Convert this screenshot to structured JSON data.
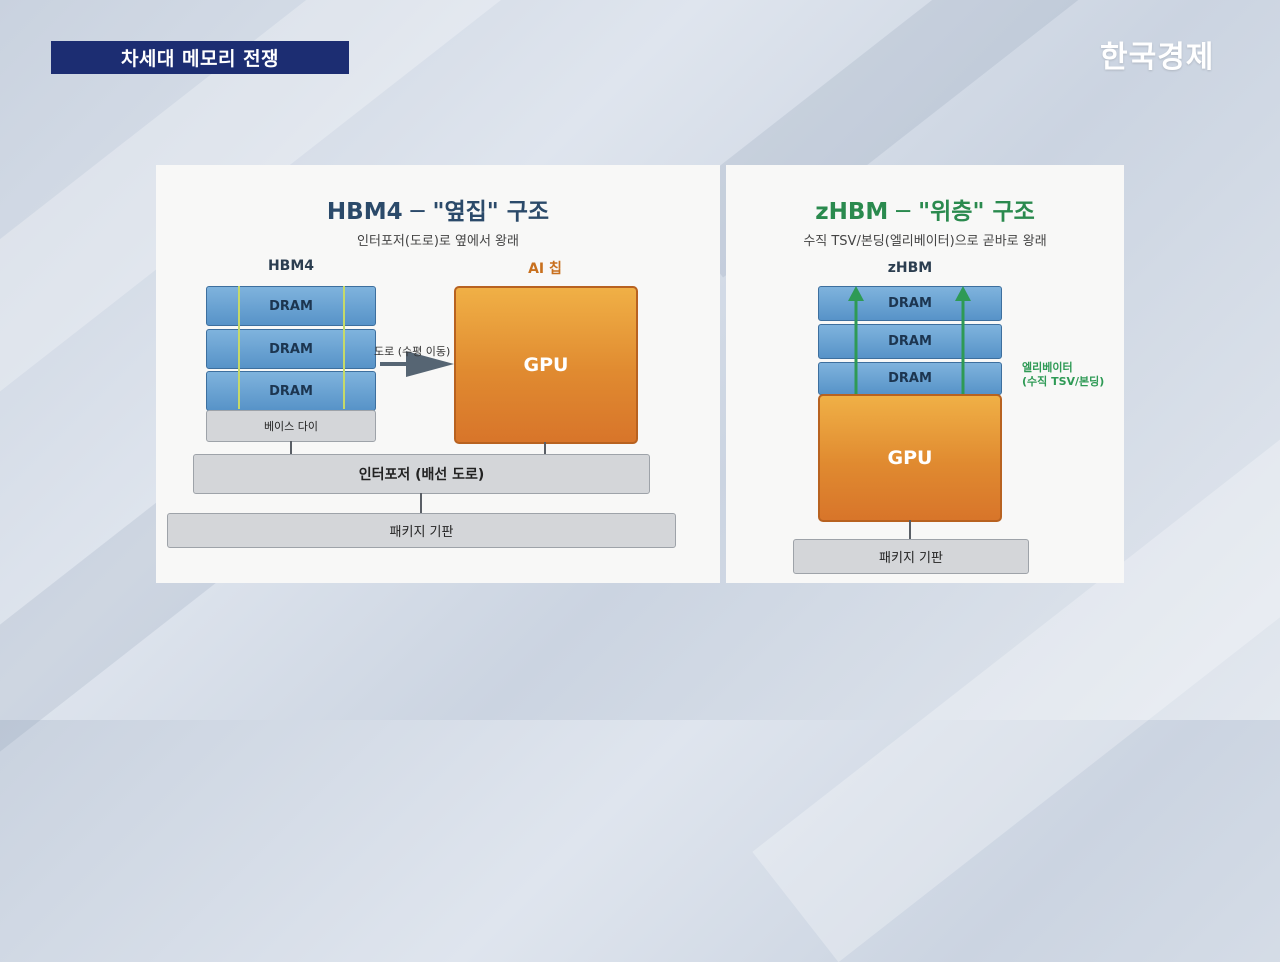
{
  "header": {
    "title": "차세대 메모리 전쟁",
    "brand": "한국경제"
  },
  "left": {
    "title": "HBM4 ─ \"옆집\" 구조",
    "subtitle": "인터포저(도로)로 옆에서 왕래",
    "hbm_label": "HBM4",
    "chip_label": "AI 칩",
    "dram_layers": [
      "DRAM",
      "DRAM",
      "DRAM"
    ],
    "base_die": "베이스 다이",
    "gpu": "GPU",
    "arrow_label": "도로 (수평 이동)",
    "interposer": "인터포저 (배선 도로)",
    "substrate": "패키지 기판"
  },
  "right": {
    "title": "zHBM ─ \"위층\" 구조",
    "subtitle": "수직 TSV/본딩(엘리베이터)으로 곧바로 왕래",
    "stack_label": "zHBM",
    "dram_layers": [
      "DRAM",
      "DRAM",
      "DRAM"
    ],
    "elevator_label_1": "엘리베이터",
    "elevator_label_2": "(수직 TSV/본딩)",
    "gpu": "GPU",
    "substrate": "패키지 기판"
  },
  "colors": {
    "title_bar": "#1c2d72",
    "left_title": "#2b4a6a",
    "right_title": "#2a8a4e",
    "accent_orange": "#e08a30",
    "tsv_green": "#2e9a55",
    "dram_blue": "#6aa3d6"
  }
}
